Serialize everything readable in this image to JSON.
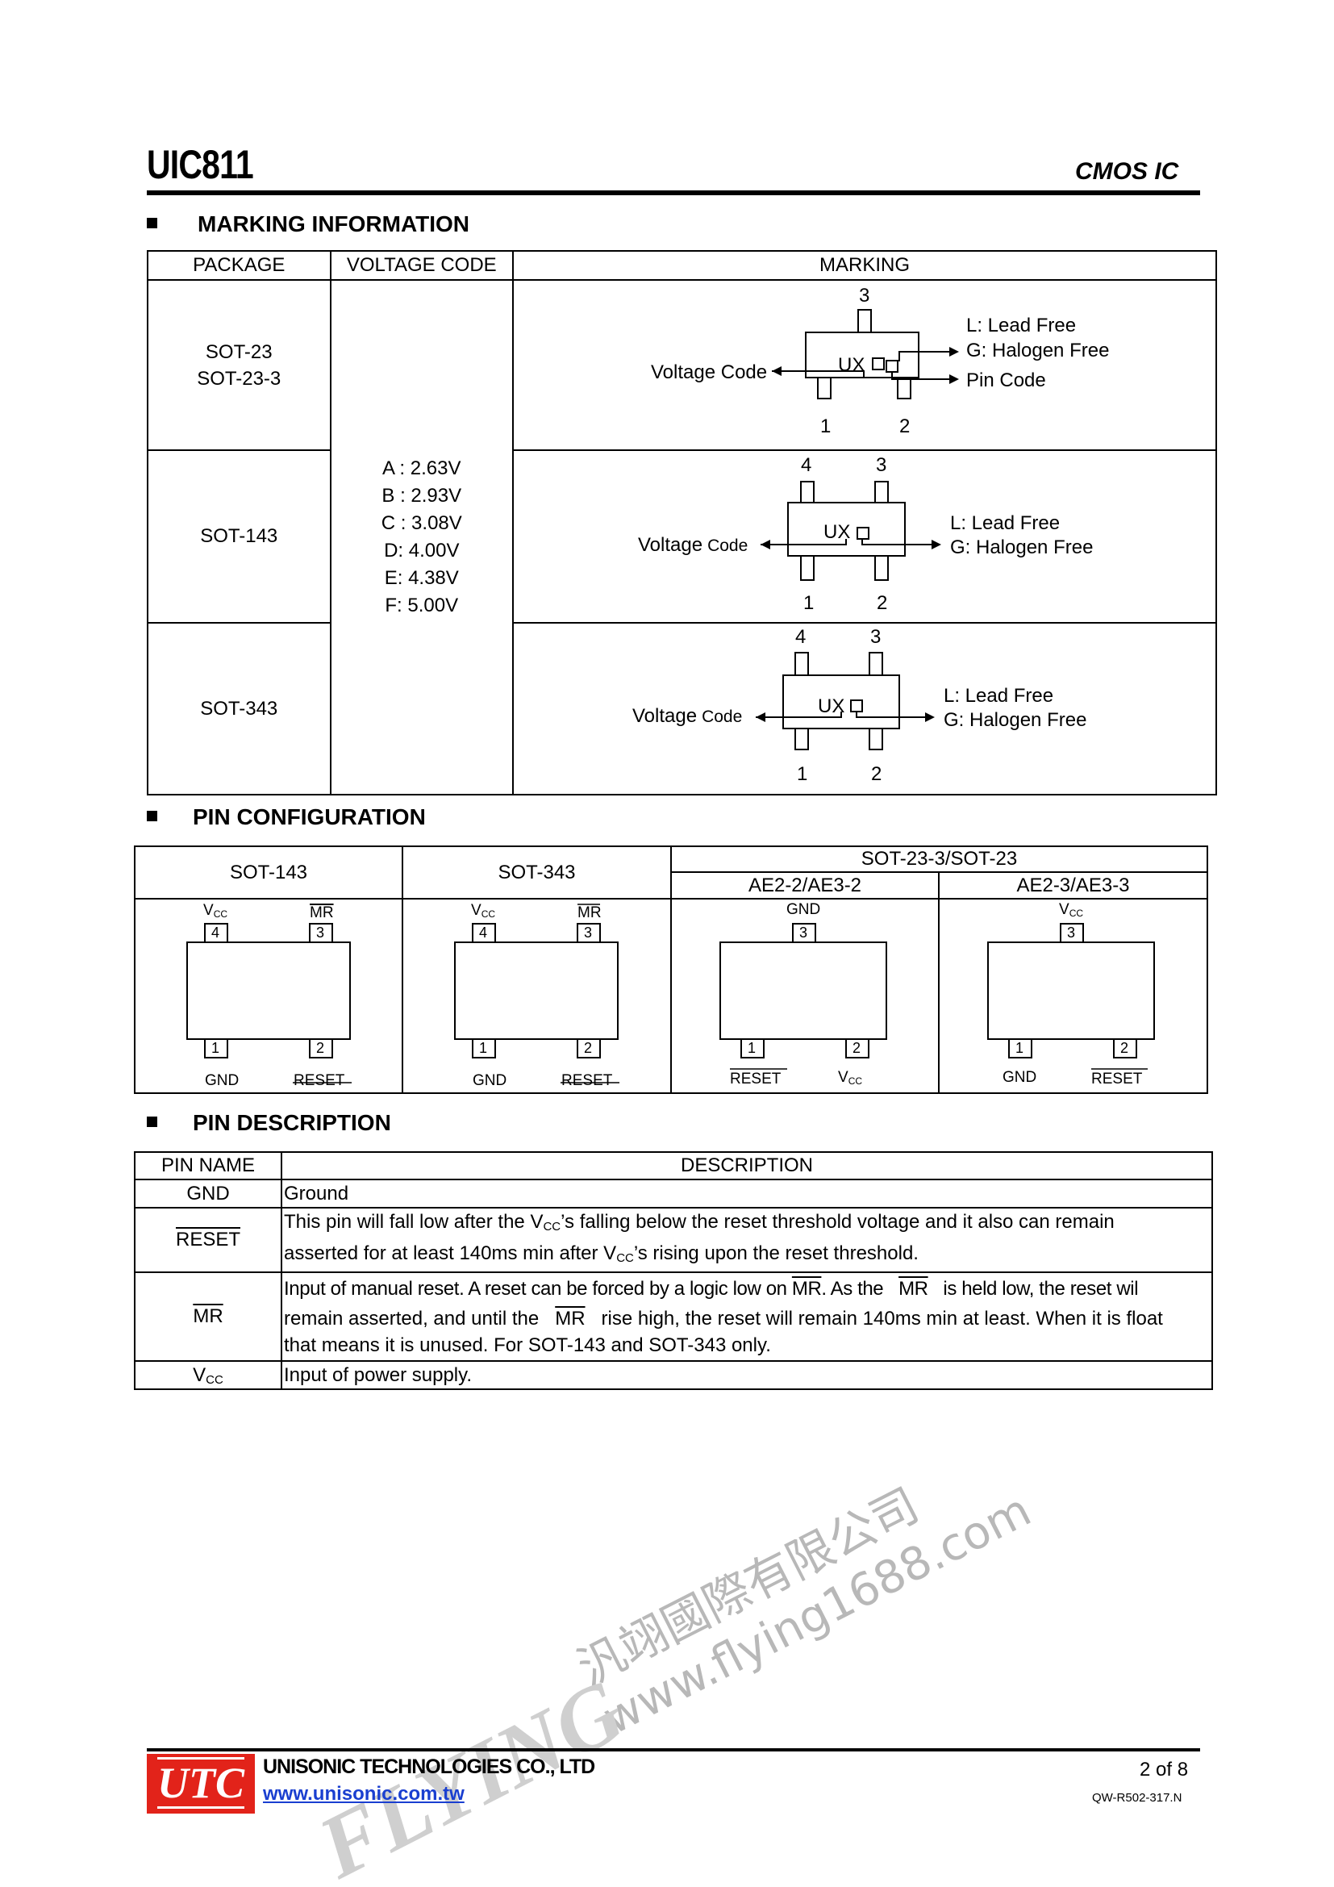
{
  "header": {
    "part": "UIC811",
    "category": "CMOS IC"
  },
  "sections": {
    "marking": "MARKING INFORMATION",
    "pin_config": "PIN CONFIGURATION",
    "pin_desc": "PIN DESCRIPTION"
  },
  "marking": {
    "headers": [
      "PACKAGE",
      "VOLTAGE CODE",
      "MARKING"
    ],
    "packages": [
      "SOT-23",
      "SOT-23-3",
      "SOT-143",
      "SOT-343"
    ],
    "voltage_codes": [
      "A : 2.63V",
      "B : 2.93V",
      "C : 3.08V",
      "D: 4.00V",
      "E: 4.38V",
      "F: 5.00V"
    ],
    "labels": {
      "voltage_code": "Voltage Code",
      "voltage": "Voltage",
      "code": "Code",
      "lead_free": "L: Lead Free",
      "halogen_free": "G: Halogen Free",
      "pin_code": "Pin Code",
      "ux": "UX"
    }
  },
  "pin_config": {
    "headers": [
      "SOT-143",
      "SOT-343",
      "SOT-23-3/SOT-23",
      "AE2-2/AE3-2",
      "AE2-3/AE3-3"
    ],
    "pins": {
      "vcc": "V",
      "cc": "CC",
      "mr": "MR",
      "gnd": "GND",
      "reset": "RESET"
    }
  },
  "pin_description": {
    "headers": [
      "PIN NAME",
      "DESCRIPTION"
    ],
    "rows": [
      {
        "name": "GND",
        "desc": "Ground"
      },
      {
        "name": "RESET",
        "l1a": "This pin will fall low after the V",
        "l1b": "’s falling below the reset threshold voltage and it also can remain",
        "l2a": "asserted for at least 140ms min after V",
        "l2b": "’s rising upon the reset threshold."
      },
      {
        "name": "MR",
        "l1a": "Input of manual reset. A reset can be forced by a logic low on",
        "l1b": "MR",
        "l1c": ". As the",
        "l1d": "MR",
        "l1e": "is held low, the reset wil",
        "l2a": "remain asserted, and until the",
        "l2b": "MR",
        "l2c": "rise high, the reset will remain 140ms min at least. When it is float",
        "l3": "that means it is unused. For SOT-143 and SOT-343 only."
      },
      {
        "name": "V",
        "sub": "CC",
        "desc": "Input of power supply."
      }
    ]
  },
  "footer": {
    "logo": "UTC",
    "company": "UNISONIC TECHNOLOGIES CO., LTD",
    "url": "www.unisonic.com.tw",
    "page": "2 of 8",
    "docno": "QW-R502-317.N"
  },
  "watermark": {
    "cn": "汎翊國際有限公司",
    "url": "www.flying1688.com",
    "brand": "FLYING"
  }
}
